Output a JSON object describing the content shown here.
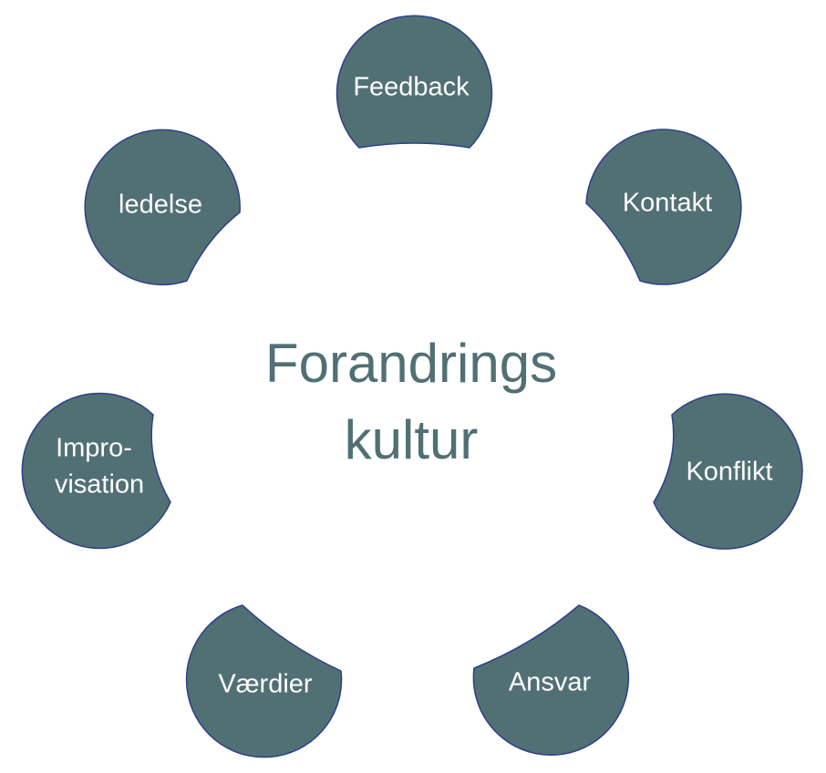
{
  "colors": {
    "node_fill": "#517074",
    "node_stroke": "#2f3f8a",
    "center_text": "#517074",
    "background": "#ffffff"
  },
  "center": {
    "line1": "Forandrings",
    "line2": "kultur"
  },
  "nodes": [
    {
      "id": "feedback",
      "lines": [
        "Feedback"
      ]
    },
    {
      "id": "kontakt",
      "lines": [
        "Kontakt"
      ]
    },
    {
      "id": "konflikt",
      "lines": [
        "Konflikt"
      ]
    },
    {
      "id": "ansvar",
      "lines": [
        "Ansvar"
      ]
    },
    {
      "id": "vaerdier",
      "lines": [
        "Værdier"
      ]
    },
    {
      "id": "improvisation",
      "lines": [
        "Impro-",
        "visation"
      ]
    },
    {
      "id": "ledelse",
      "lines": [
        "ledelse"
      ]
    }
  ]
}
